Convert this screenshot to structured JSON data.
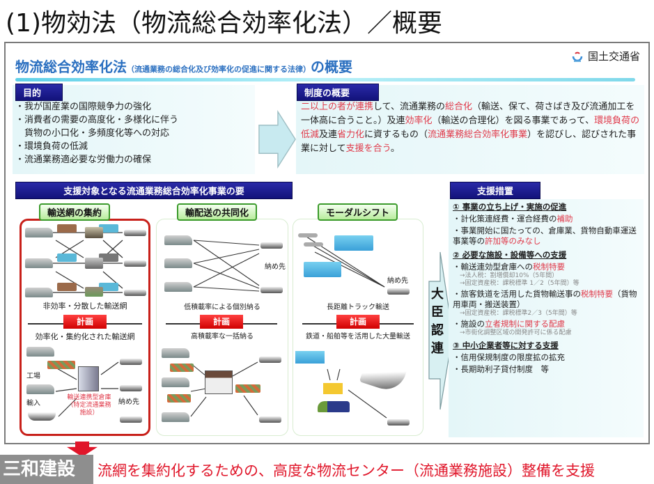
{
  "page_title": "(1)物効法（物流総合効率化法）／概要",
  "slide": {
    "header": {
      "main": "物流総合効率化法",
      "sub": "（流通業務の総合化及び効率化の促進に関する法律）",
      "tail": "の概要"
    },
    "ministry": "国土交通省",
    "purpose": {
      "label": "目的",
      "items": [
        "・我が国産業の国際競争力の強化",
        "・消費者の需要の高度化・多様化に伴う",
        "　貨物の小口化・多頻度化等への対応",
        "・環境負荷の低減",
        "・流通業務適必要な労働力の確保"
      ]
    },
    "overview": {
      "label": "制度の概要",
      "segments": [
        {
          "text": "二以上の者が連携",
          "red": true
        },
        {
          "text": "して、流通業務の",
          "red": false
        },
        {
          "text": "総合化",
          "red": true
        },
        {
          "text": "（輸送、保て、荷さばき及び流通加工を一体高に合うこと。）及連",
          "red": false
        },
        {
          "text": "効率化",
          "red": true
        },
        {
          "text": "（輸送の合理化）を図る事業であって、",
          "red": false
        },
        {
          "text": "環境負荷の低減",
          "red": true
        },
        {
          "text": "及連",
          "red": false
        },
        {
          "text": "省力化",
          "red": true
        },
        {
          "text": "に資するもの（",
          "red": false
        },
        {
          "text": "流通業務総合効率化事業",
          "red": true
        },
        {
          "text": "）を認びし、認びされた事業に対して",
          "red": false
        },
        {
          "text": "支援を合う",
          "red": true
        },
        {
          "text": "。",
          "red": false
        }
      ]
    },
    "cases": {
      "label": "支援対象となる流通業務総合効率化事業の要",
      "plan_label": "計画",
      "columns": [
        {
          "title": "輸送網の集約",
          "before_caption": "非効率・分散した輸送網",
          "after_caption": "効率化・集約化された輸送網",
          "facility_caption": "輸送連携型倉庫（特定流通業務施設）",
          "factory_label": "工場",
          "import_label": "輸入",
          "dest_label": "納め先"
        },
        {
          "title": "輸配送の共同化",
          "before_caption": "低積載率による個別納る",
          "after_caption": "高積載率な一括納る",
          "dest_label": "納め先"
        },
        {
          "title": "モーダルシフト",
          "before_caption": "長距離トラック輸送",
          "after_caption": "鉄道・船舶等を活用した大量輸送",
          "dest_label": "納め先"
        }
      ]
    },
    "minister": "大臣認連",
    "measures": {
      "label": "支援措置",
      "sections": [
        {
          "heading": "①  事業の立ち上げ・実施の促進",
          "items": [
            {
              "segments": [
                {
                  "text": "・計化策連経費・運合経費の",
                  "red": false
                },
                {
                  "text": "補助",
                  "red": true
                }
              ],
              "notes": []
            },
            {
              "segments": [
                {
                  "text": "・事業開始に国たっての、倉庫業、貨物自動車運送事業等の",
                  "red": false
                },
                {
                  "text": "許加等のみなし",
                  "red": true
                }
              ],
              "notes": []
            }
          ]
        },
        {
          "heading": "②  必要な施設・設備等への支援",
          "items": [
            {
              "segments": [
                {
                  "text": "・輸送連効型倉庫への",
                  "red": false
                },
                {
                  "text": "税制特要",
                  "red": true
                }
              ],
              "notes": [
                "→法人税：割増償却10%（5年間）",
                "→固定資産税：課税標準 1／2（5年間）等"
              ]
            },
            {
              "segments": [
                {
                  "text": "・旅客鉄道を活用した貨物輸送事の",
                  "red": false
                },
                {
                  "text": "税制特要",
                  "red": true
                },
                {
                  "text": "（貨物用車両・搬送装置）",
                  "red": false
                }
              ],
              "notes": [
                "→固定資産税：課税標準2／3（5年間）等"
              ]
            },
            {
              "segments": [
                {
                  "text": "・施設の",
                  "red": false
                },
                {
                  "text": "立者規制に関する配慮",
                  "red": true
                }
              ],
              "notes": [
                "→市街化調整区域の開発許可に係る配慮"
              ]
            }
          ]
        },
        {
          "heading": "③  中小企業者等に対する支援",
          "items": [
            {
              "segments": [
                {
                  "text": "・信用保規制度の限度拡の拡充",
                  "red": false
                }
              ],
              "notes": []
            },
            {
              "segments": [
                {
                  "text": "・長期助利子貸付制度　等",
                  "red": false
                }
              ],
              "notes": []
            }
          ]
        }
      ]
    }
  },
  "bottom_banner": {
    "text": "輸送網を集約化するための、高度な物流センター（流通業務施設）整備を支援",
    "visible_text": "流網を集約化するための、高度な物流センター（流通業務施設）整備を支援",
    "watermark": "三和建設"
  },
  "colors": {
    "accent_red": "#e03a4a",
    "banner_red": "#e0162a",
    "label_navy": "#1a1a90",
    "title_blue": "#2a6fc0",
    "case_green": "#3a9a2a",
    "panel_cyan": "#e4f6f8"
  }
}
